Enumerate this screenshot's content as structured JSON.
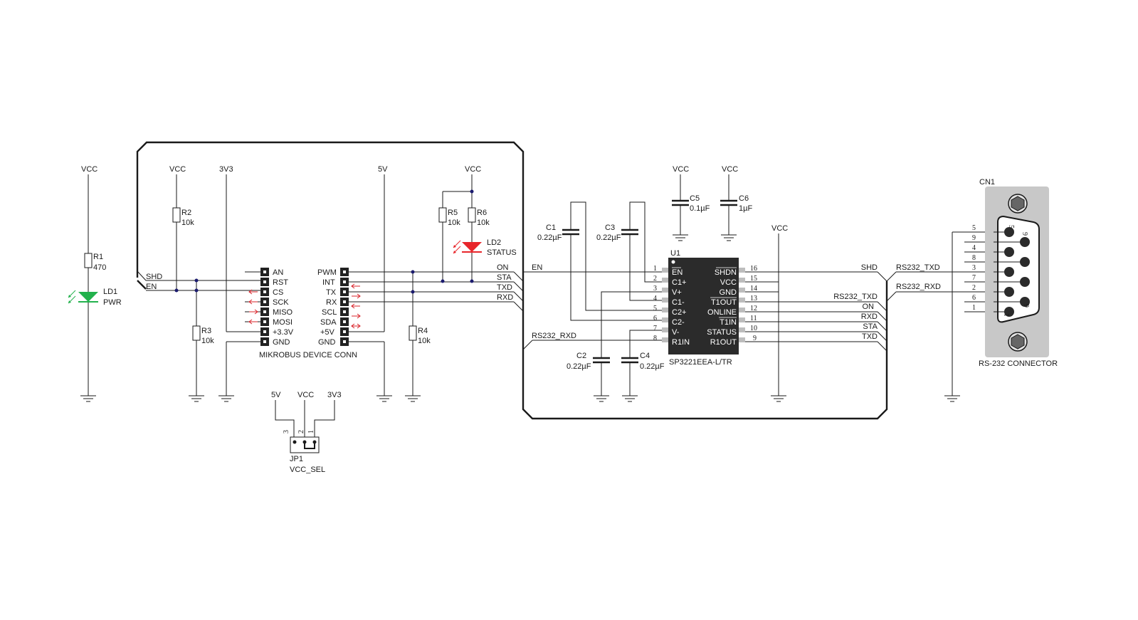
{
  "labels": {
    "vcc": "VCC",
    "v3v3": "3V3",
    "v5": "5V",
    "r1": "R1",
    "r1_val": "470",
    "ld1": "LD1",
    "ld1_val": "PWR",
    "r2": "R2",
    "r2_val": "10k",
    "r3": "R3",
    "r3_val": "10k",
    "r4": "R4",
    "r4_val": "10k",
    "r5": "R5",
    "r5_val": "10k",
    "r6": "R6",
    "r6_val": "10k",
    "ld2": "LD2",
    "ld2_val": "STATUS",
    "shd": "SHD",
    "en": "EN",
    "on": "ON",
    "sta": "STA",
    "txd": "TXD",
    "rxd": "RXD",
    "rs232_rxd": "RS232_RXD",
    "rs232_txd": "RS232_TXD",
    "c1": "C1",
    "c1_val": "0.22µF",
    "c2": "C2",
    "c2_val": "0.22µF",
    "c3": "C3",
    "c3_val": "0.22µF",
    "c4": "C4",
    "c4_val": "0.22µF",
    "c5": "C5",
    "c5_val": "0.1µF",
    "c6": "C6",
    "c6_val": "1µF",
    "u1": "U1",
    "u1_part": "SP3221EEA-L/TR",
    "cn1": "CN1",
    "cn1_name": "RS-232 CONNECTOR",
    "jp1": "JP1",
    "jp1_name": "VCC_SEL",
    "mikrobus": "MIKROBUS DEVICE CONN"
  },
  "mikrobus_left": [
    "AN",
    "RST",
    "CS",
    "SCK",
    "MISO",
    "MOSI",
    "+3.3V",
    "GND"
  ],
  "mikrobus_right": [
    "PWM",
    "INT",
    "TX",
    "RX",
    "SCL",
    "SDA",
    "+5V",
    "GND"
  ],
  "u1_left_pins": [
    {
      "num": "1",
      "name": "EN"
    },
    {
      "num": "2",
      "name": "C1+"
    },
    {
      "num": "3",
      "name": "V+"
    },
    {
      "num": "4",
      "name": "C1-"
    },
    {
      "num": "5",
      "name": "C2+"
    },
    {
      "num": "6",
      "name": "C2-"
    },
    {
      "num": "7",
      "name": "V-"
    },
    {
      "num": "8",
      "name": "R1IN"
    }
  ],
  "u1_right_pins": [
    {
      "num": "16",
      "name": "SHDN"
    },
    {
      "num": "15",
      "name": "VCC"
    },
    {
      "num": "14",
      "name": "GND"
    },
    {
      "num": "13",
      "name": "T1OUT"
    },
    {
      "num": "12",
      "name": "ONLINE"
    },
    {
      "num": "11",
      "name": "T1IN"
    },
    {
      "num": "10",
      "name": "STATUS"
    },
    {
      "num": "9",
      "name": "R1OUT"
    }
  ],
  "u1_right_nets": [
    "SHD",
    "RS232_TXD",
    "ON",
    "RXD",
    "STA",
    "TXD"
  ],
  "db9_pin_order": [
    "5",
    "9",
    "4",
    "8",
    "3",
    "7",
    "2",
    "6",
    "1"
  ],
  "db9_face": {
    "p5": "5",
    "p9": "9",
    "p1": "1",
    "p6": "6"
  },
  "jp1_pins": [
    "3",
    "2",
    "1"
  ],
  "colors": {
    "led_green": "#22b14c",
    "led_red": "#e8262b",
    "chip": "#2b2b2b",
    "connector_bg": "#c8c8c8"
  }
}
